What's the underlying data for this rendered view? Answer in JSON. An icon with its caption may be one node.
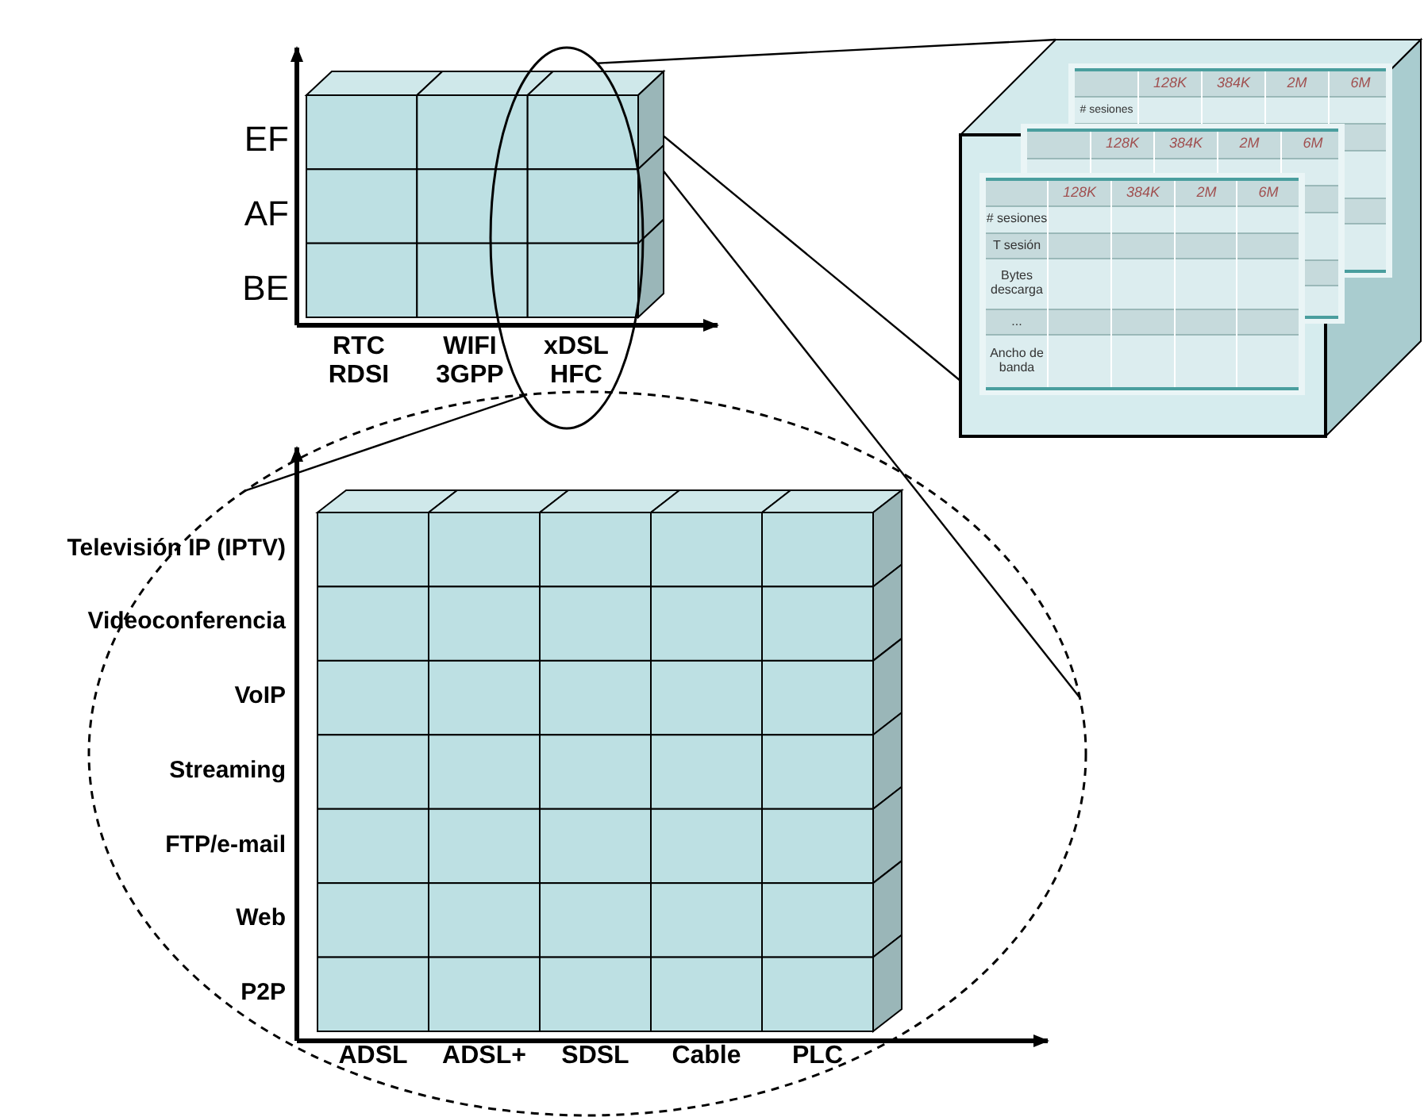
{
  "diagram": {
    "nodes": [
      {
        "text": [],
        "shape": "ellipse"
      },
      {
        "text": [],
        "shape": "cube"
      },
      {
        "text": [],
        "shape": "ellipse"
      }
    ],
    "edges": [
      {
        "from": 0,
        "to": 1,
        "arrow": "none"
      },
      {
        "from": 0,
        "to": 1,
        "arrow": "none"
      },
      {
        "from": 0,
        "to": 2,
        "arrow": "none"
      },
      {
        "from": 0,
        "to": 2,
        "arrow": "none"
      }
    ],
    "labels": [
      "EF",
      "AF",
      "BE",
      "RTC RDSI",
      "WIFI 3GPP",
      "xDSL HFC",
      "128K",
      "384K",
      "2M",
      "6M",
      "# sesiones",
      "128K",
      "384K",
      "2M",
      "6M",
      "128K",
      "384K",
      "2M",
      "6M",
      "# sesiones",
      "T sesión",
      "Bytes descarga",
      "...",
      "Ancho de banda",
      "Televisión IP (IPTV)",
      "Videoconferencia",
      "VoIP",
      "Streaming",
      "FTP/e-mail",
      "Web",
      "P2P",
      "ADSL",
      "ADSL+",
      "SDSL",
      "Cable",
      "PLC"
    ]
  }
}
